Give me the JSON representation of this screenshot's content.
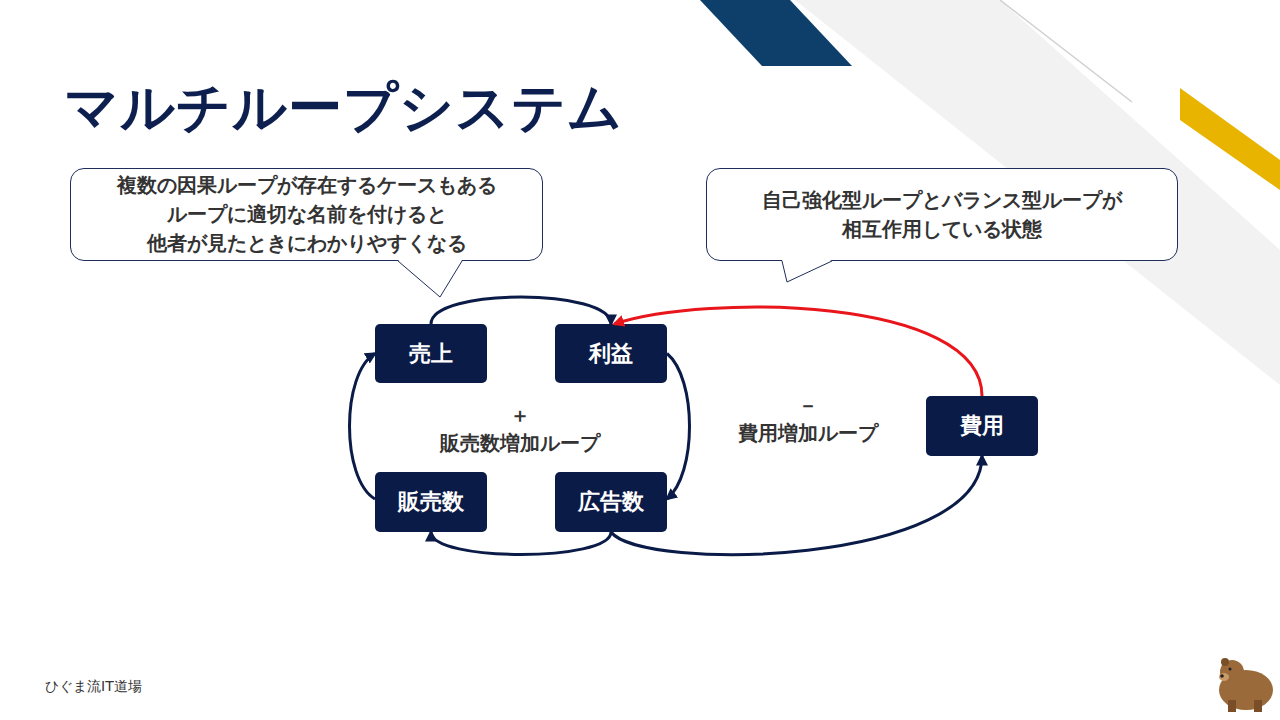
{
  "diagram": {
    "title": "マルチループシステム",
    "nodes": [
      {
        "text": [
          "複数の因果ループが存在するケースもある ループに適切な名前を付けると 他者が見たときにわかりやすくなる"
        ]
      },
      {
        "text": [
          "自己強化型ループとバランス型ループが 相互作用している状態"
        ]
      },
      {
        "text": [
          "売上"
        ]
      },
      {
        "text": [
          "利益"
        ]
      },
      {
        "text": [
          "費用"
        ]
      },
      {
        "text": [
          "販売数"
        ]
      },
      {
        "text": [
          "広告数"
        ]
      }
    ],
    "edges": [
      {
        "from": 2,
        "to": 3,
        "arrow": "to"
      },
      {
        "from": 3,
        "to": 6,
        "arrow": "to"
      },
      {
        "from": 6,
        "to": 5,
        "arrow": "to"
      },
      {
        "from": 5,
        "to": 2,
        "arrow": "to"
      },
      {
        "from": 6,
        "to": 4,
        "arrow": "to"
      },
      {
        "from": 4,
        "to": 3,
        "arrow": "to"
      }
    ],
    "labels": [
      "＋",
      "販売数増加ループ",
      "－",
      "費用増加ループ",
      "ひぐま流IT道場"
    ]
  }
}
